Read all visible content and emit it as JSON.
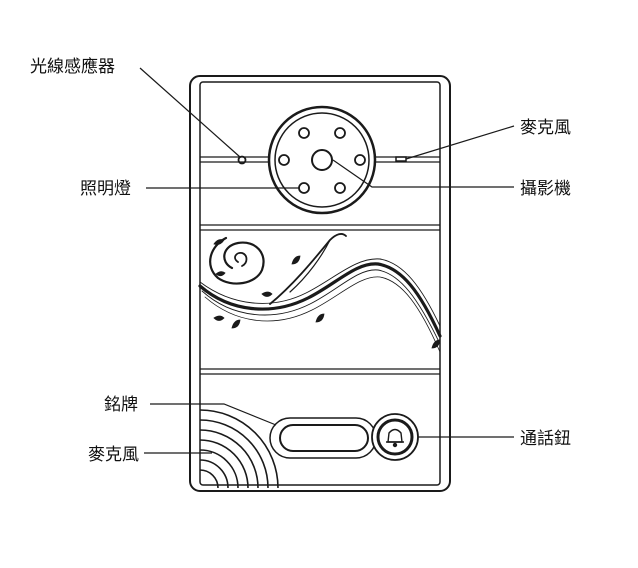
{
  "labels": {
    "light_sensor": "光線感應器",
    "illumination": "照明燈",
    "nameplate": "銘牌",
    "mic_bottom": "麥克風",
    "mic_top": "麥克風",
    "camera": "攝影機",
    "call_button": "通話鈕"
  },
  "colors": {
    "stroke": "#1a1a1a",
    "text": "#111111",
    "background": "#ffffff"
  },
  "icons": {
    "call_button": "bell-icon"
  }
}
